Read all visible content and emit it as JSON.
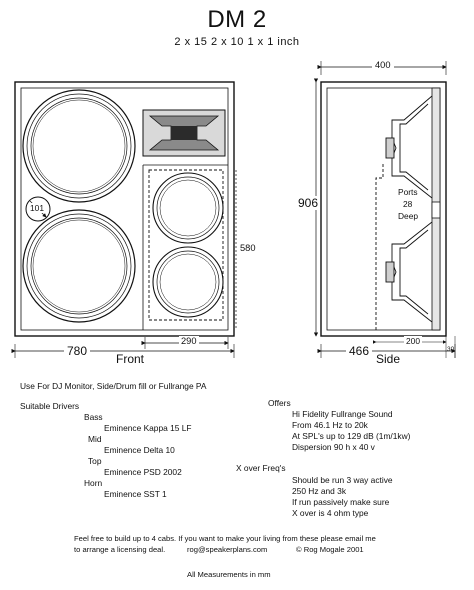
{
  "header": {
    "title": "DM 2",
    "subtitle": "2 x 15  2 x 10  1 x 1 inch"
  },
  "front_view": {
    "label": "Front",
    "width_dim": "780",
    "height_dim": "580",
    "inner_width_dim": "290",
    "port_dim": "101"
  },
  "side_view": {
    "label": "Side",
    "depth_top_dim": "400",
    "height_dim": "906",
    "depth_bottom_dim": "466",
    "dim_200": "200",
    "dim_30": "30",
    "ports_label": "Ports",
    "ports_value": "28",
    "ports_deep": "Deep"
  },
  "usage": "Use For DJ Monitor, Side/Drum fill or Fullrange PA",
  "drivers": {
    "heading": "Suitable Drivers",
    "bass_label": "Bass",
    "bass_model": "Eminence Kappa 15 LF",
    "mid_label": "Mid",
    "mid_model": "Eminence Delta 10",
    "top_label": "Top",
    "top_model": "Eminence PSD 2002",
    "horn_label": "Horn",
    "horn_model": "Eminence SST 1"
  },
  "offers": {
    "heading": "Offers",
    "lines": [
      "Hi Fidelity Fullrange Sound",
      "From 46.1 Hz to 20k",
      "At  SPL's up to 129 dB (1m/1kw)",
      "Dispersion 90 h x 40 v"
    ]
  },
  "crossover": {
    "heading": "X over Freq's",
    "lines": [
      "Should be run 3 way active",
      "250 Hz and 3k",
      "If run passively make sure",
      "X over is 4 ohm type"
    ]
  },
  "footer": {
    "line1": "Feel free to build up to 4 cabs. If you want to make your living from these please email me",
    "line2_left": "to arrange a licensing deal.",
    "email": "rog@speakerplans.com",
    "copyright": "© Rog Mogale 2001",
    "note": "All Measurements in mm"
  }
}
